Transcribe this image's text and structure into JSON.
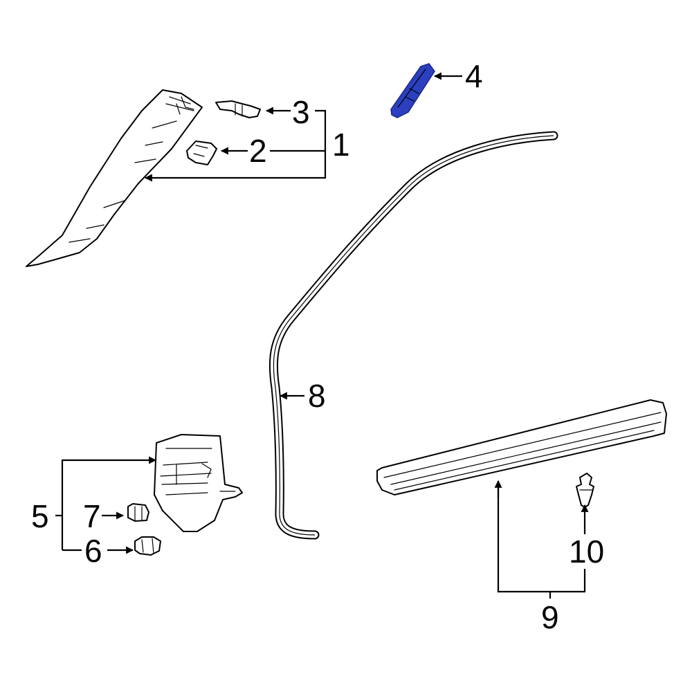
{
  "callouts": {
    "c1": "1",
    "c2": "2",
    "c3": "3",
    "c4": "4",
    "c5": "5",
    "c6": "6",
    "c7": "7",
    "c8": "8",
    "c9": "9",
    "c10": "10"
  },
  "highlight_color": "#2b3fbf",
  "line_color": "#000000"
}
